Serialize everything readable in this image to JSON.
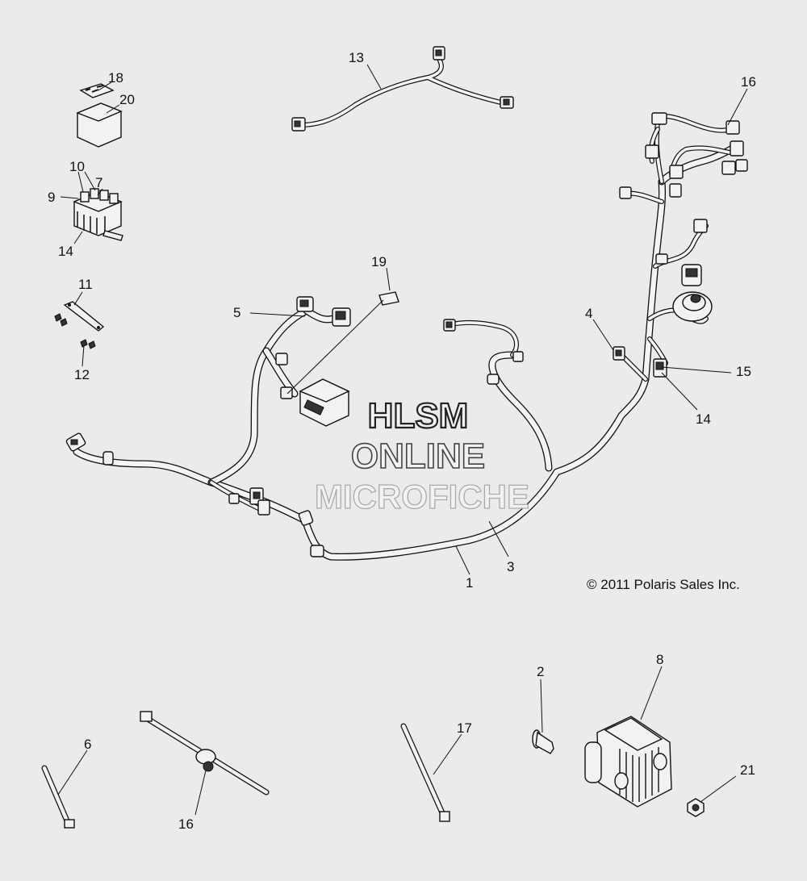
{
  "watermark": {
    "line1": "HLSM",
    "line2": "ONLINE",
    "line3": "MICROFICHE"
  },
  "copyright": "© 2011 Polaris Sales Inc.",
  "callouts": [
    {
      "id": "c1",
      "label": "1"
    },
    {
      "id": "c2",
      "label": "2"
    },
    {
      "id": "c3",
      "label": "3"
    },
    {
      "id": "c4",
      "label": "4"
    },
    {
      "id": "c5",
      "label": "5"
    },
    {
      "id": "c6",
      "label": "6"
    },
    {
      "id": "c7",
      "label": "7"
    },
    {
      "id": "c8",
      "label": "8"
    },
    {
      "id": "c9",
      "label": "9"
    },
    {
      "id": "c10",
      "label": "10"
    },
    {
      "id": "c11",
      "label": "11"
    },
    {
      "id": "c12",
      "label": "12"
    },
    {
      "id": "c13",
      "label": "13"
    },
    {
      "id": "c14a",
      "label": "14"
    },
    {
      "id": "c14b",
      "label": "14"
    },
    {
      "id": "c15",
      "label": "15"
    },
    {
      "id": "c16a",
      "label": "16"
    },
    {
      "id": "c16b",
      "label": "16"
    },
    {
      "id": "c17",
      "label": "17"
    },
    {
      "id": "c18",
      "label": "18"
    },
    {
      "id": "c19",
      "label": "19"
    },
    {
      "id": "c20",
      "label": "20"
    },
    {
      "id": "c21",
      "label": "21"
    }
  ]
}
